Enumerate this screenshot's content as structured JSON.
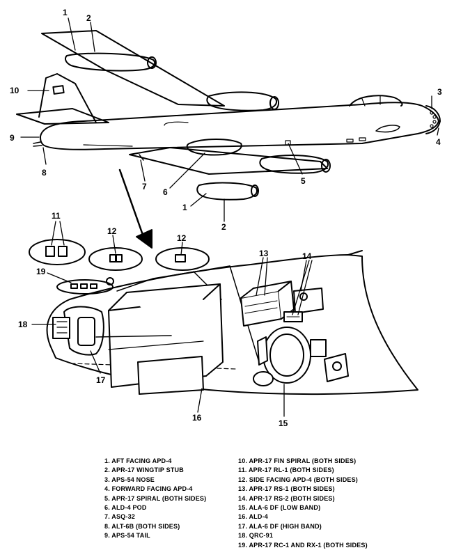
{
  "callouts": {
    "c1": "1",
    "c2": "2",
    "c3": "3",
    "c4": "4",
    "c5": "5",
    "c6": "6",
    "c7": "7",
    "c8": "8",
    "c9": "9",
    "c10": "10",
    "c11": "11",
    "c12": "12",
    "c13": "13",
    "c14": "14",
    "c15": "15",
    "c16": "16",
    "c17": "17",
    "c18": "18",
    "c19": "19"
  },
  "legend": {
    "left": [
      "1. AFT FACING APD-4",
      "2. APR-17 WINGTIP STUB",
      "3. APS-54 NOSE",
      "4. FORWARD FACING APD-4",
      "5. APR-17 SPIRAL (BOTH SIDES)",
      "6. ALD-4 POD",
      "7. ASQ-32",
      "8. ALT-6B (BOTH SIDES)",
      "9. APS-54 TAIL"
    ],
    "right": [
      "10. APR-17 FIN SPIRAL (BOTH SIDES)",
      "11. APR-17 RL-1 (BOTH SIDES)",
      "12. SIDE FACING APD-4 (BOTH SIDES)",
      "13. APR-17 RS-1 (BOTH SIDES)",
      "14. APR-17 RS-2 (BOTH SIDES)",
      "15. ALA-6 DF (LOW BAND)",
      "16. ALD-4",
      "17. ALA-6 DF (HIGH BAND)",
      "18. QRC-91",
      "19. APR-17 RC-1 AND RX-1 (BOTH SIDES)"
    ]
  }
}
